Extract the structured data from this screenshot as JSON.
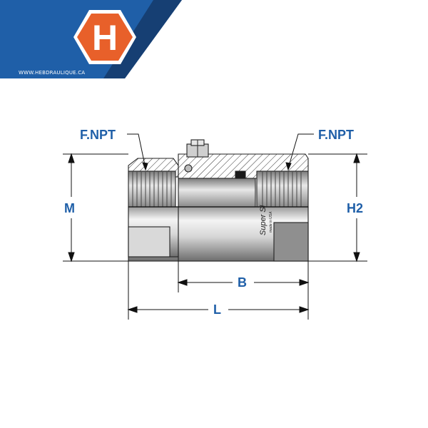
{
  "brand": {
    "logo_letter": "H",
    "url": "WWW.HEBDRAULIQUE.CA",
    "colors": {
      "banner_blue": "#1f5fa8",
      "banner_dark": "#163f73",
      "logo_orange": "#e8602a",
      "dim_blue": "#1f5fa8"
    }
  },
  "diagram": {
    "labels": {
      "fnpt_left": "F.NPT",
      "fnpt_right": "F.NPT",
      "m": "M",
      "h2": "H2",
      "b": "B",
      "l": "L"
    },
    "engraving": {
      "brand": "Super Sl",
      "origin": "made in USA"
    }
  }
}
